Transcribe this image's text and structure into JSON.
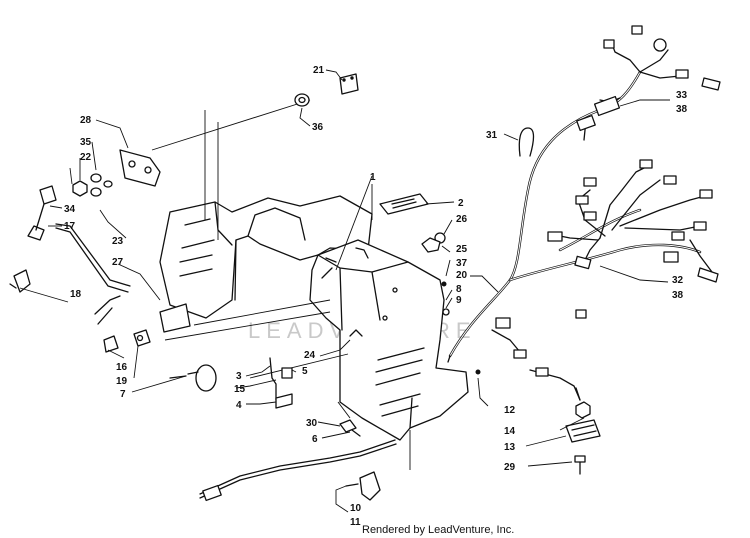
{
  "watermark": "LEADVENTURE",
  "credit": "Rendered by LeadVenture, Inc.",
  "callouts": {
    "c1": "1",
    "c2": "2",
    "c3": "3",
    "c4": "4",
    "c5": "5",
    "c6": "6",
    "c7": "7",
    "c8": "8",
    "c9": "9",
    "c10": "10",
    "c11": "11",
    "c12": "12",
    "c13": "13",
    "c14": "14",
    "c15": "15",
    "c16": "16",
    "c17": "17",
    "c18": "18",
    "c19": "19",
    "c20": "20",
    "c21": "21",
    "c22": "22",
    "c23": "23",
    "c24": "24",
    "c25": "25",
    "c26": "26",
    "c27": "27",
    "c28": "28",
    "c29": "29",
    "c30": "30",
    "c31": "31",
    "c32": "32",
    "c33": "33",
    "c34": "34",
    "c35": "35",
    "c36": "36",
    "c37": "37",
    "c38a": "38",
    "c38b": "38"
  }
}
